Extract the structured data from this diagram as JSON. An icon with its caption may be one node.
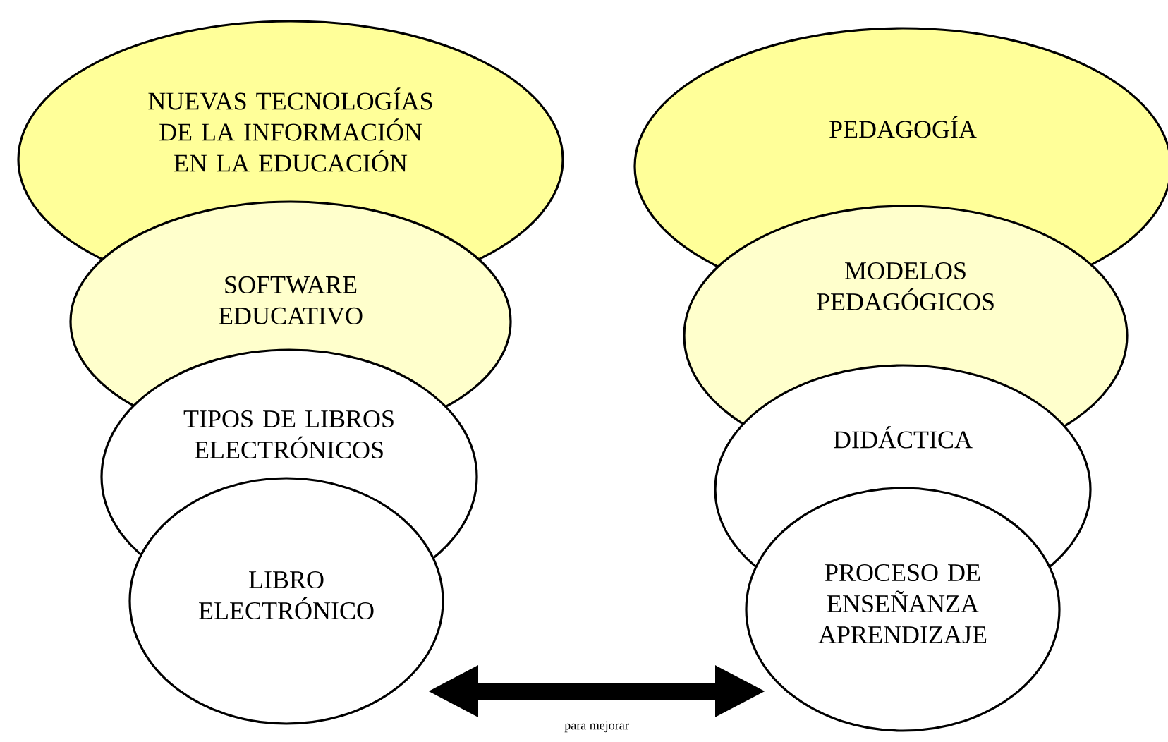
{
  "diagram": {
    "nodes": [
      {
        "text": [
          "NUEVAS TECNOLOGÍAS DE LA INFORMACIÓN EN LA EDUCACIÓN"
        ]
      },
      {
        "text": [
          "SOFTWARE EDUCATIVO"
        ]
      },
      {
        "text": [
          "TIPOS DE LIBROS ELECTRÓNICOS"
        ]
      },
      {
        "text": [
          "LIBRO ELECTRÓNICO"
        ]
      },
      {
        "text": [
          "PEDAGOGÍA"
        ]
      },
      {
        "text": [
          "MODELOS PEDAGÓGICOS"
        ]
      },
      {
        "text": [
          "DIDÁCTICA"
        ]
      },
      {
        "text": [
          "PROCESO DE ENSEÑANZA APRENDIZAJE"
        ]
      }
    ],
    "edges": [
      {
        "from": 3,
        "to": 7,
        "arrow": "both",
        "label": "para mejorar"
      }
    ]
  }
}
